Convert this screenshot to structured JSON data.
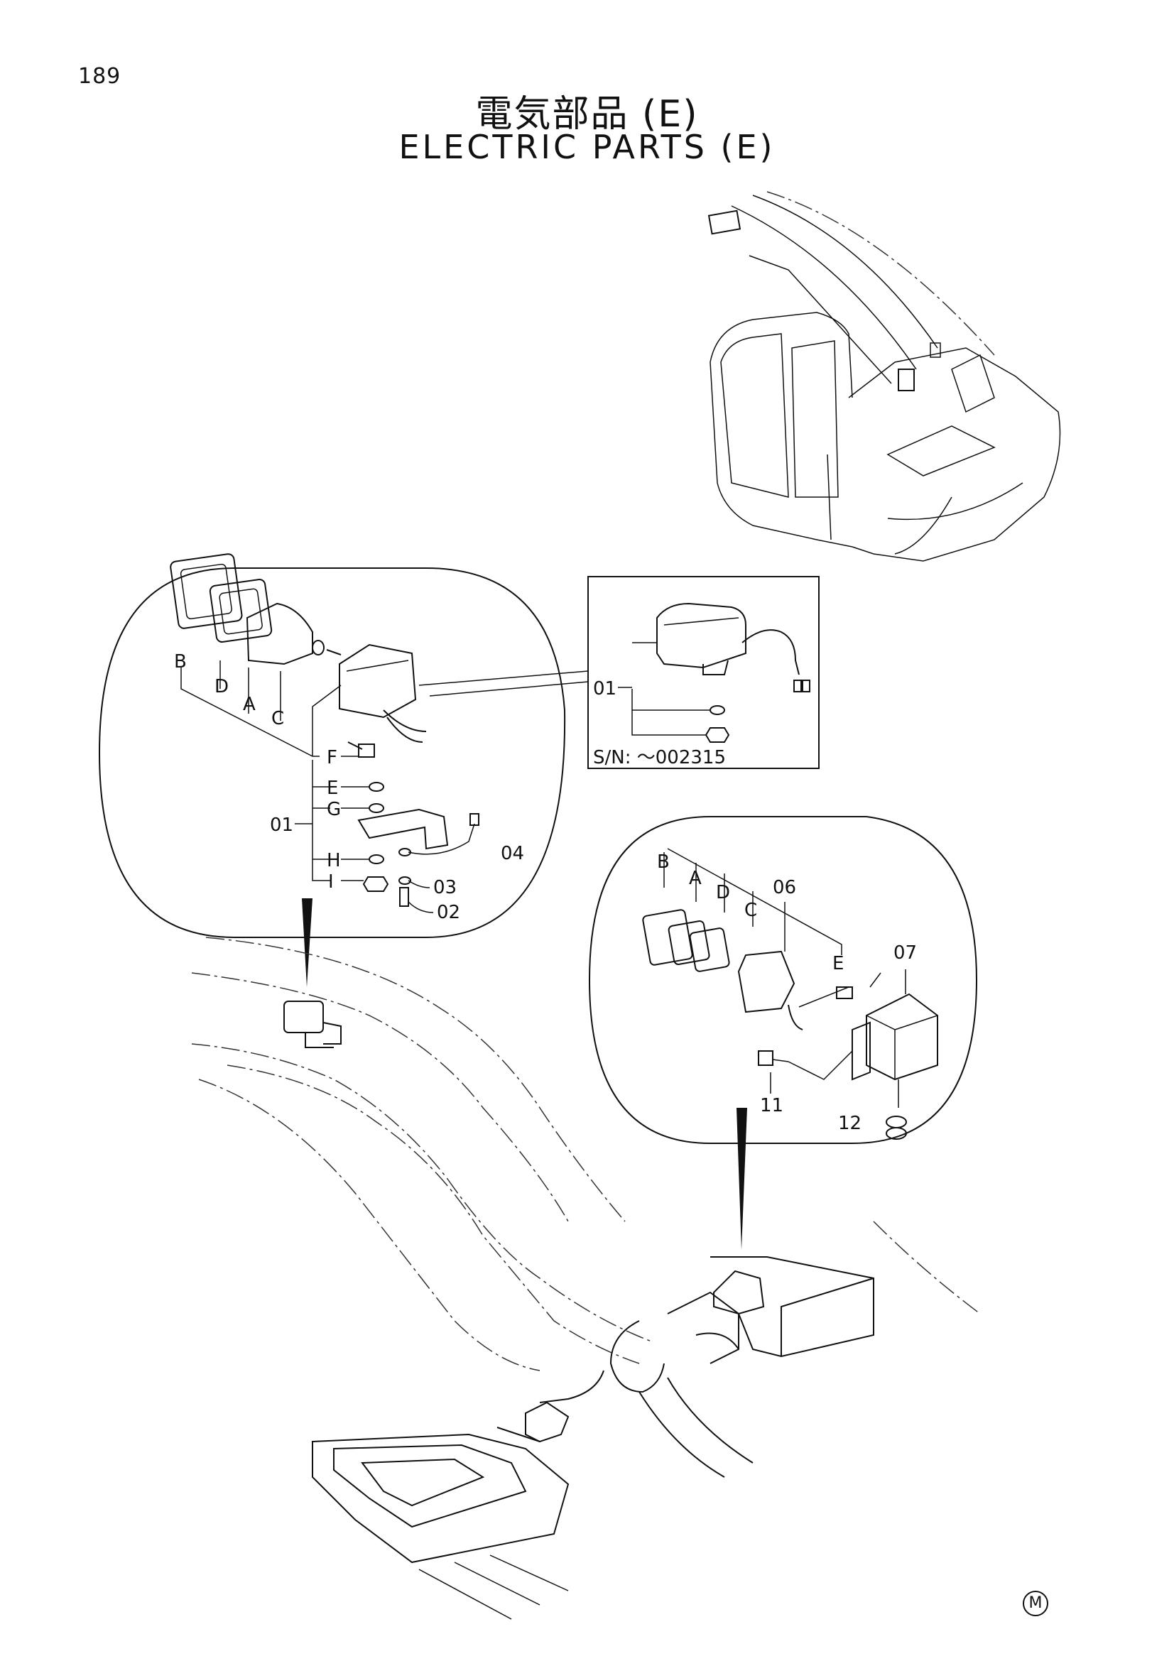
{
  "page_number": "189",
  "title_jp": "電気部品 (E)",
  "title_en": "ELECTRIC PARTS (E)",
  "inset_serial": "S/N: ～002315",
  "mark": "M",
  "left_group": {
    "part_labels": [
      "B",
      "D",
      "A",
      "C",
      "F",
      "E",
      "G",
      "H",
      "I",
      "01",
      "04",
      "03",
      "02"
    ]
  },
  "inset_group": {
    "part_labels": [
      "01"
    ]
  },
  "right_group": {
    "part_labels": [
      "B",
      "A",
      "D",
      "C",
      "06",
      "E",
      "07",
      "11",
      "12"
    ]
  }
}
